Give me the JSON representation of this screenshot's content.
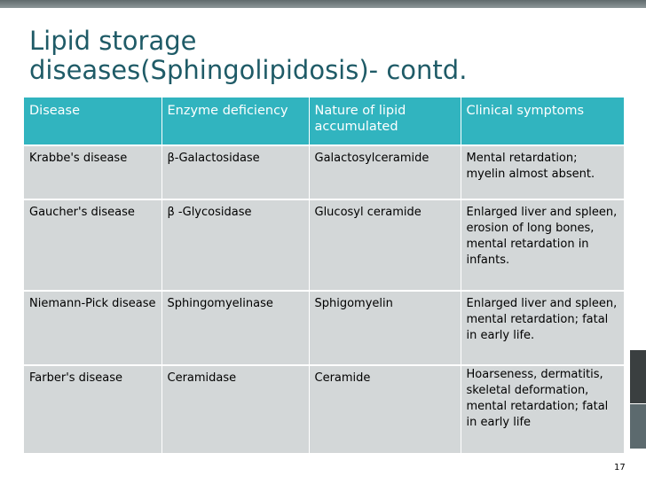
{
  "title": {
    "line1": "Lipid storage",
    "line2": "diseases(Sphingolipidosis)- contd."
  },
  "table": {
    "headers": [
      "Disease",
      " Enzyme deficiency",
      " Nature of lipid accumulated",
      "Clinical symptoms"
    ],
    "rows": [
      [
        "Krabbe's disease",
        "β-Galactosidase",
        "Galactosylceramide",
        "Mental retardation; myelin almost absent."
      ],
      [
        "Gaucher's disease",
        "β -Glycosidase",
        "Glucosyl ceramide",
        "Enlarged liver and spleen, erosion of long bones, mental retardation in infants."
      ],
      [
        "Niemann-Pick disease",
        "Sphingomyelinase",
        "Sphigomyelin",
        "Enlarged liver and spleen, mental retardation; fatal in early life."
      ],
      [
        "Farber's disease",
        "Ceramidase",
        "Ceramide",
        "Hoarseness, dermatitis, skeletal deformation, mental retardation; fatal in early life"
      ]
    ]
  },
  "page_number": "17",
  "colors": {
    "title": "#1f5b67",
    "header_bg": "#31b4bf",
    "row_bg": "#d3d7d8",
    "top_rule": "#6f7a7c"
  }
}
